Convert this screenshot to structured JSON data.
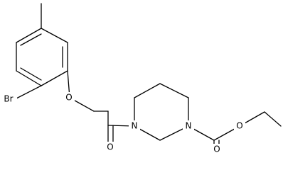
{
  "atoms": {
    "bromine": "Br",
    "ether_oxygen": "O",
    "carbonyl_oxygen": "O",
    "piperazine_n_left": "N",
    "piperazine_n_right": "N",
    "ester_oxygen": "O",
    "ester_carbonyl_oxygen": "O"
  }
}
